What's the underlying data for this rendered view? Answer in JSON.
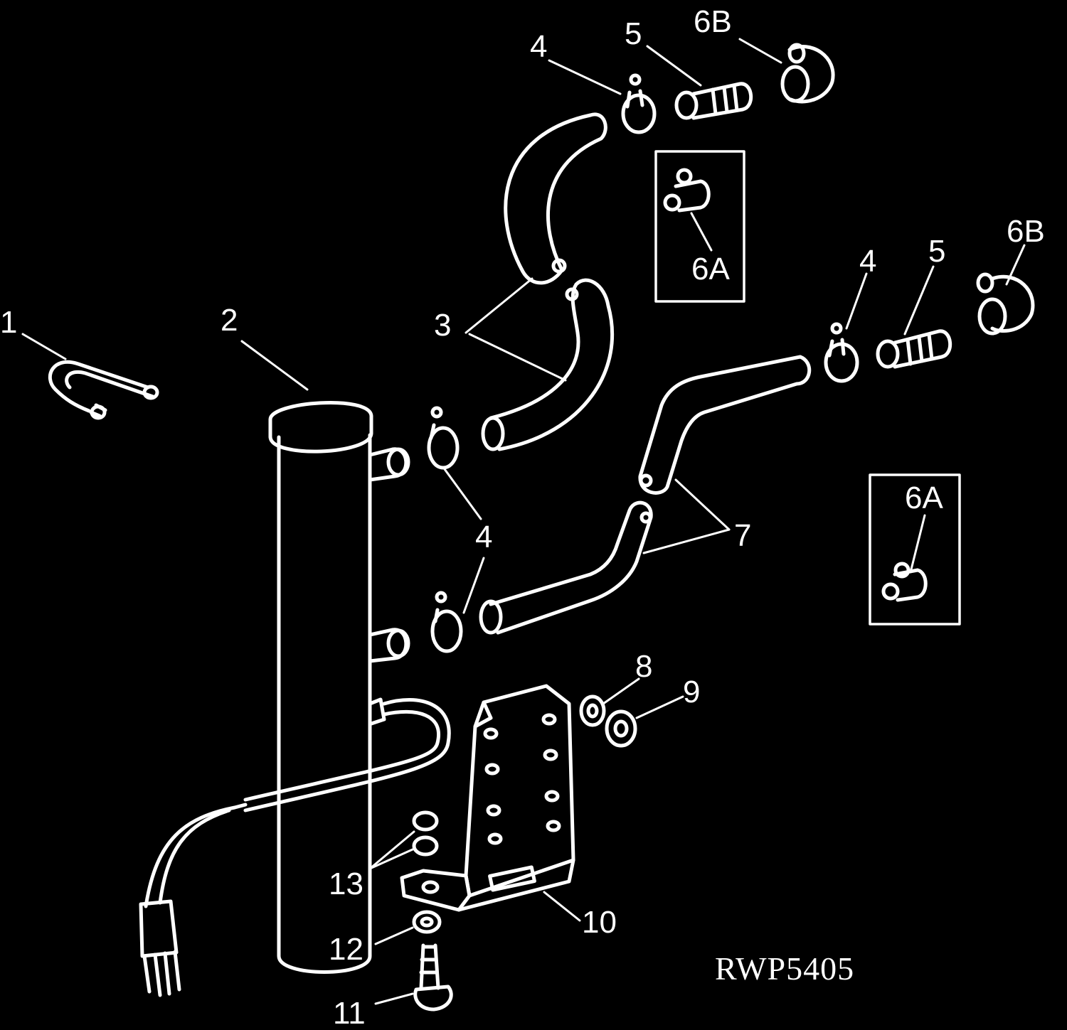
{
  "figure": {
    "reference": "RWP5405",
    "callouts": {
      "c1": "1",
      "c2": "2",
      "c3": "3",
      "c4a": "4",
      "c4b": "4",
      "c4c": "4",
      "c5a": "5",
      "c5b": "5",
      "c6ba": "6B",
      "c6bb": "6B",
      "c6aa": "6A",
      "c6ab": "6A",
      "c7": "7",
      "c8": "8",
      "c9": "9",
      "c10": "10",
      "c11": "11",
      "c12": "12",
      "c13": "13"
    }
  },
  "colors": {
    "background": "#000000",
    "linework": "#ffffff"
  }
}
